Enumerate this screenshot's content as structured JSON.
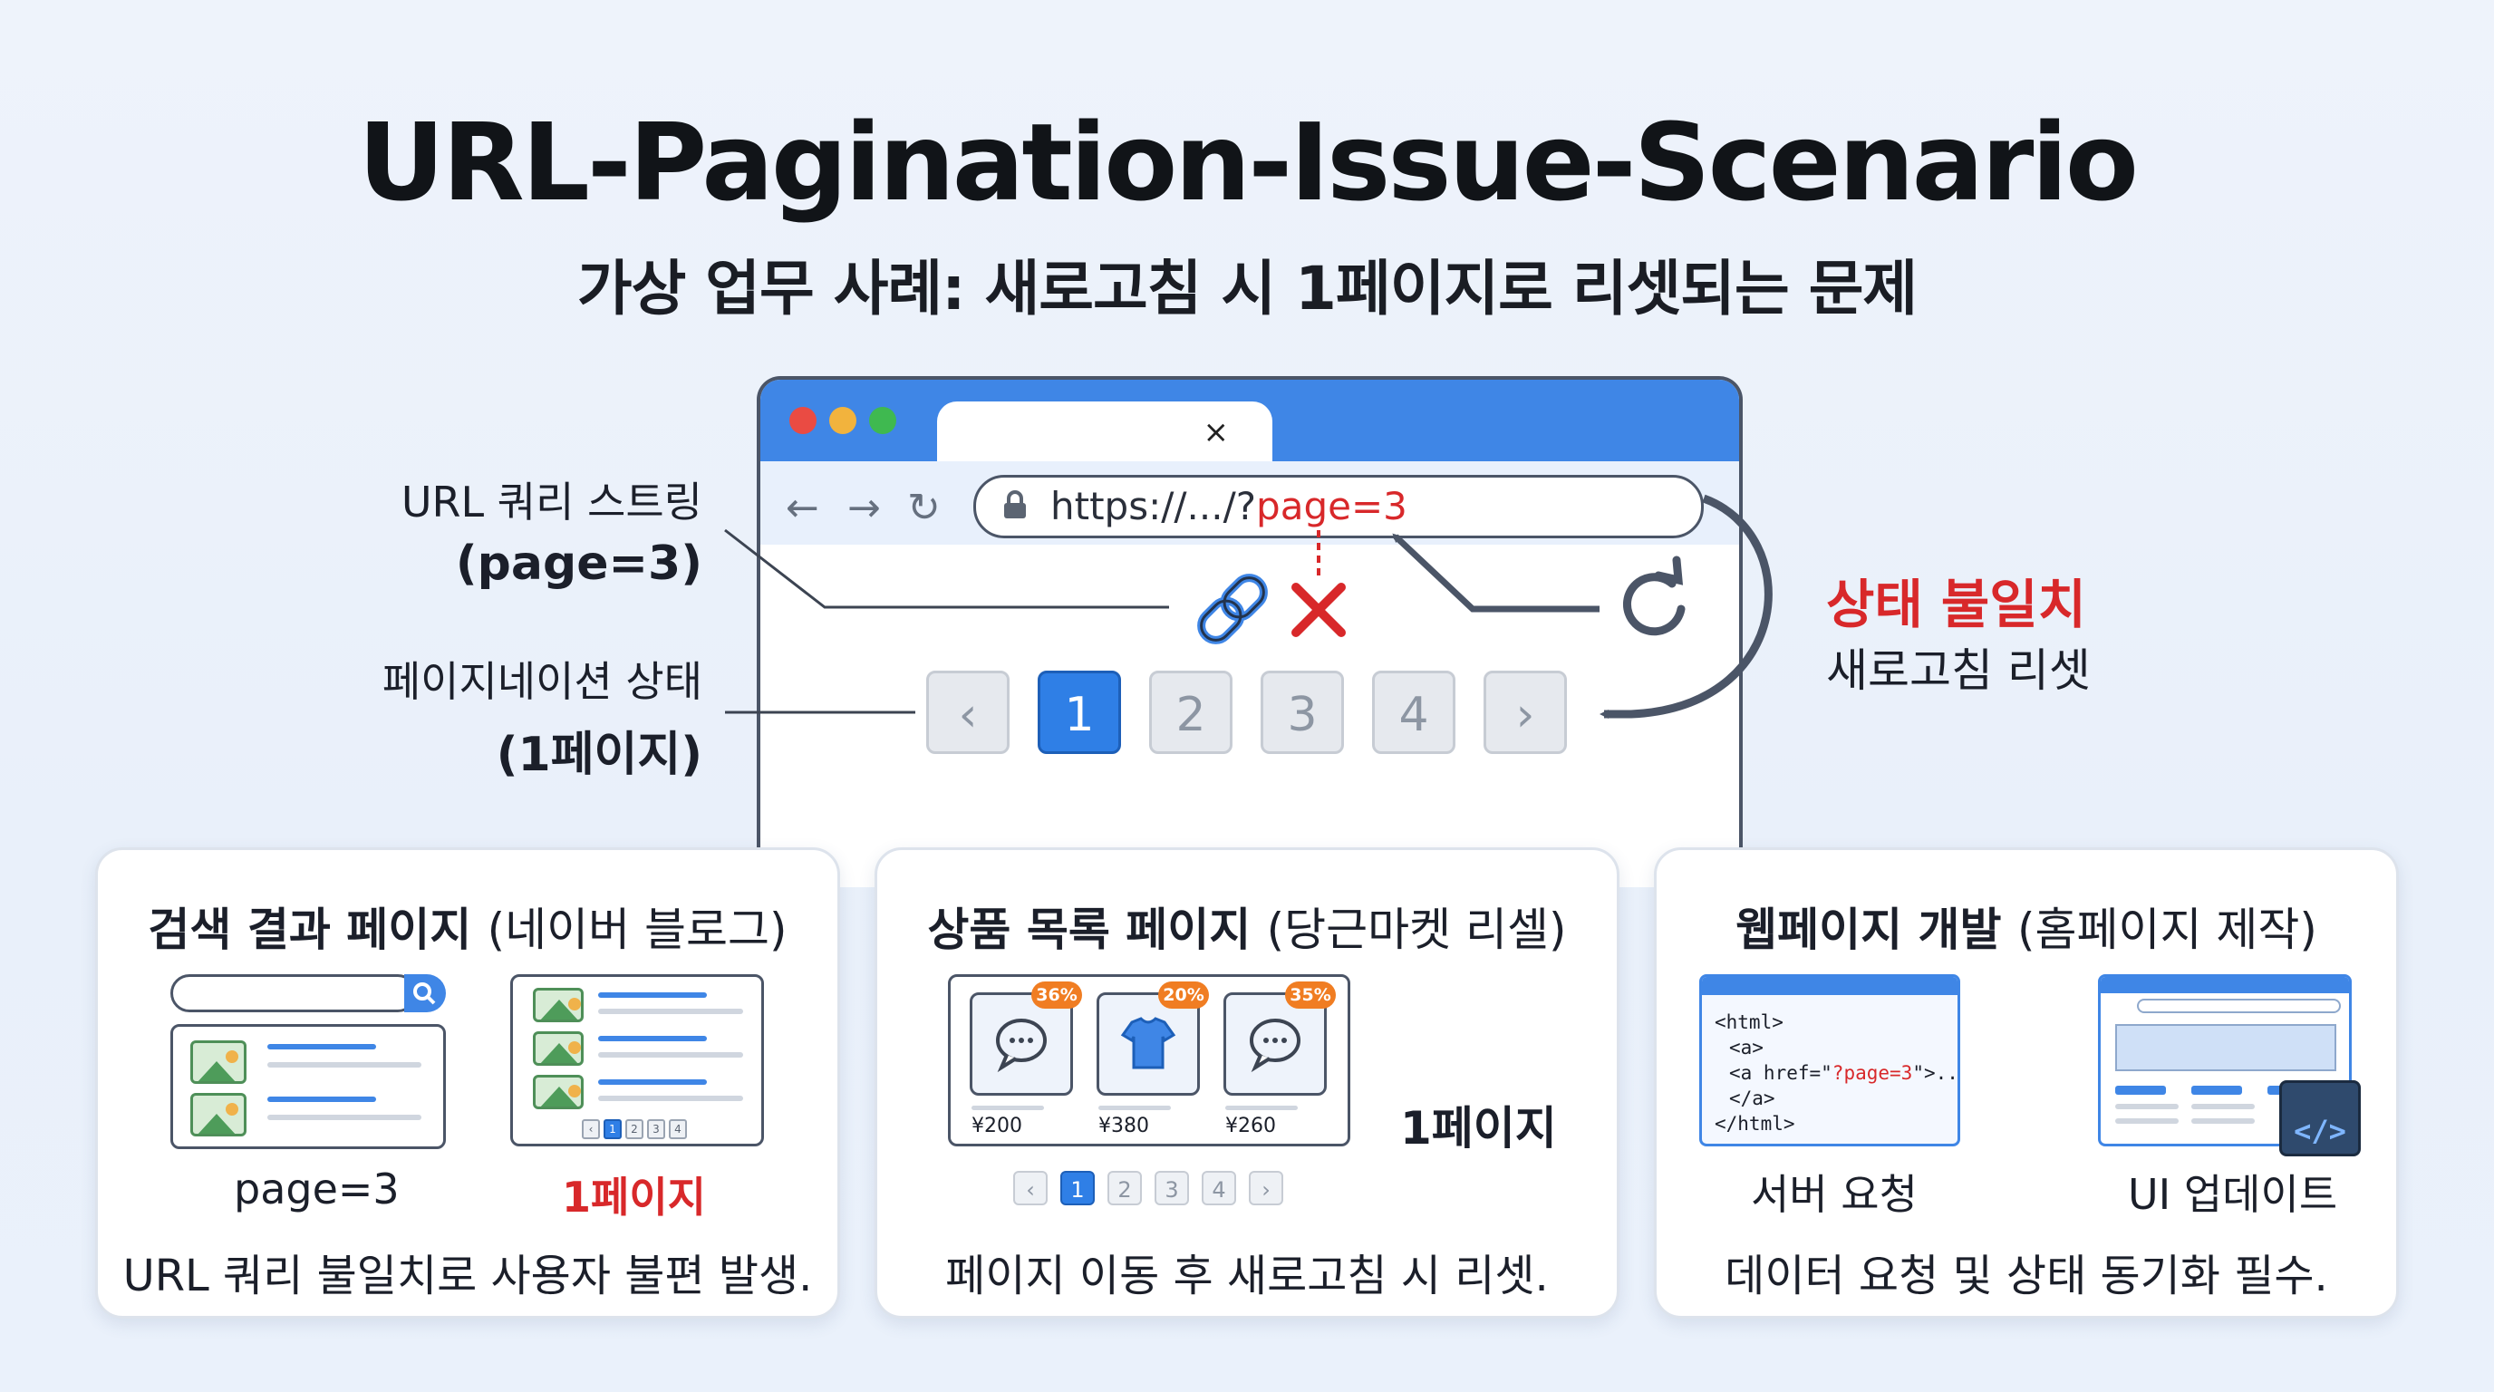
{
  "header": {
    "title": "URL-Pagination-Issue-Scenario",
    "subtitle": "가상 업무 사례: 새로고침 시 1페이지로 리셋되는 문제"
  },
  "annotations": {
    "url_query": {
      "label": "URL 쿼리 스트링",
      "value": "(page=3)"
    },
    "pagination_state": {
      "label": "페이지네이션 상태",
      "value": "(1페이지)"
    },
    "mismatch": {
      "title": "상태 불일치",
      "subtitle": "새로고침 리셋"
    }
  },
  "browser": {
    "tab_close": "×",
    "url_base": "https://.../?",
    "url_query": "page=3",
    "nav": {
      "back": "←",
      "forward": "→",
      "reload": "↻"
    },
    "pagination": {
      "prev": "‹",
      "next": "›",
      "pages": [
        "1",
        "2",
        "3",
        "4"
      ],
      "active_page": "1"
    }
  },
  "cards": {
    "search": {
      "title": "검색 결과 페이지",
      "title_paren": "(네이버 블로그)",
      "flow_from": "page=3",
      "flow_to": "1페이지",
      "caption": "URL 쿼리 불일치로 사용자 불편 발생.",
      "mini_pages": [
        "‹",
        "1",
        "2",
        "3",
        "4"
      ]
    },
    "products": {
      "title": "상품 목록 페이지",
      "title_paren": "(당근마켓 리셀)",
      "badges": [
        "36%",
        "20%",
        "35%"
      ],
      "prices": [
        "¥200",
        "¥380",
        "¥260"
      ],
      "reset_label": "1페이지",
      "pages": [
        "‹",
        "1",
        "2",
        "3",
        "4",
        "›"
      ],
      "caption": "페이지 이동 후 새로고침 시 리셋."
    },
    "dev": {
      "title": "웹페이지 개발",
      "title_paren": "(홈페이지 제작)",
      "code": [
        "<html>",
        "<a>",
        "<a href=\"",
        "?page=3",
        "\">...",
        "</a>",
        "</html>"
      ],
      "server_label": "서버 요청",
      "ui_label": "UI 업데이트",
      "badge": "</>",
      "caption": "데이터 요청 및 상태 동기화 필수."
    }
  },
  "colors": {
    "accent_blue": "#3f86e6",
    "error_red": "#d8282a",
    "badge_orange": "#f07d22"
  }
}
